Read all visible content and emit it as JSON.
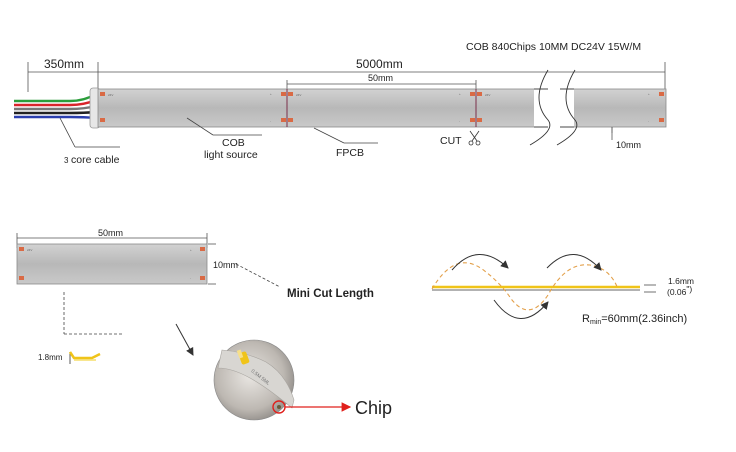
{
  "header": {
    "spec_line": "COB  840Chips   10MM   DC24V  15W/M"
  },
  "top_strip": {
    "cable_length": "350mm",
    "strip_length": "5000mm",
    "segment_length": "50mm",
    "width": "10mm",
    "labels": {
      "cable_line1": "3",
      "cable_line1b": "core cable",
      "cob_line1": "COB",
      "cob_line2": "light source",
      "fpcb": "FPCB",
      "cut": "CUT"
    },
    "pad_marks": {
      "plus": "+",
      "v24": "24V",
      "minus": "-"
    }
  },
  "mini_section": {
    "length": "50mm",
    "width": "10mm",
    "title": "Mini Cut Length",
    "chip_height": "1.8mm"
  },
  "bend": {
    "thickness_mm": "1.6mm",
    "thickness_in": "(0.06",
    "thickness_in_unit": "\")",
    "rmin_sub": "min",
    "rmin_prefix": "R",
    "rmin_value": "=60mm(2.36inch)"
  },
  "photo": {
    "chip_label": "Chip",
    "print_text": "0.5M 5ML"
  },
  "colors": {
    "strip_fill": "#bdbdbd",
    "strip_edge": "#8a8a8a",
    "pad": "#d96a45",
    "chip_yellow": "#f0c419",
    "cut_line": "#7a2f4a",
    "arrow_red": "#e0201c",
    "wire_red": "#d9242a",
    "wire_green": "#2a9d3a",
    "wire_blue": "#2b3fae",
    "wire_black": "#222222"
  }
}
